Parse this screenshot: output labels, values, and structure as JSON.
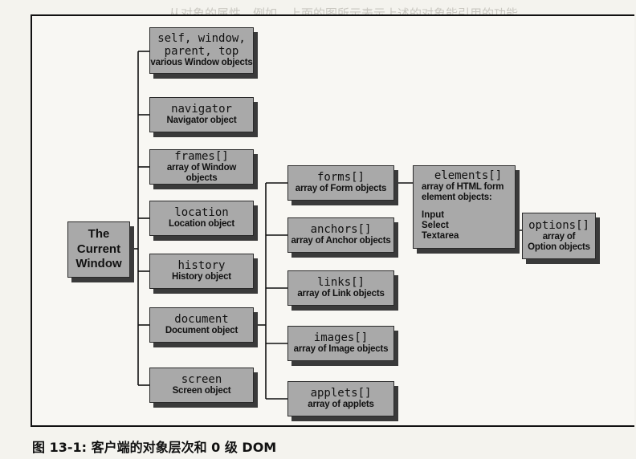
{
  "current_window": {
    "line1": "The",
    "line2": "Current",
    "line3": "Window"
  },
  "window_children": [
    {
      "code1": "self, window,",
      "code2": "parent, top",
      "desc": "various Window objects"
    },
    {
      "code": "navigator",
      "desc": "Navigator object"
    },
    {
      "code": "frames[]",
      "desc": "array of Window objects"
    },
    {
      "code": "location",
      "desc": "Location object"
    },
    {
      "code": "history",
      "desc": "History object"
    },
    {
      "code": "document",
      "desc": "Document object"
    },
    {
      "code": "screen",
      "desc": "Screen object"
    }
  ],
  "document_children": [
    {
      "code": "forms[]",
      "desc": "array of Form objects"
    },
    {
      "code": "anchors[]",
      "desc": "array of Anchor objects"
    },
    {
      "code": "links[]",
      "desc": "array of Link objects"
    },
    {
      "code": "images[]",
      "desc": "array of Image objects"
    },
    {
      "code": "applets[]",
      "desc": "array of applets"
    }
  ],
  "elements": {
    "code": "elements[]",
    "desc1": "array of HTML form",
    "desc2": "element objects:",
    "items": [
      "Input",
      "Select",
      "Textarea"
    ]
  },
  "options": {
    "code": "options[]",
    "desc1": "array of",
    "desc2": "Option objects"
  },
  "caption": "图 13-1: 客户端的对象层次和 0 级 DOM"
}
